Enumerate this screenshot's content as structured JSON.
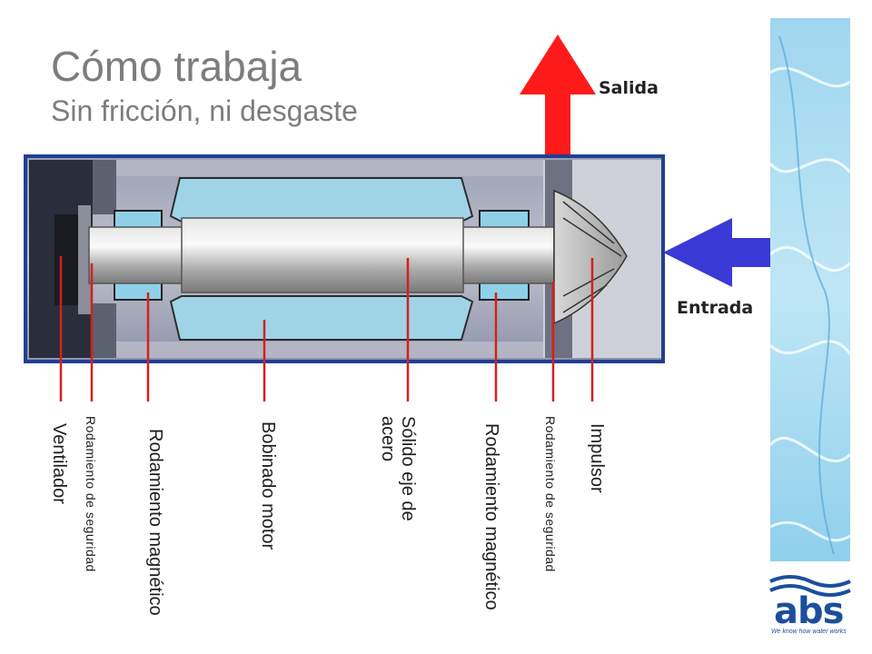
{
  "title": "Cómo trabaja",
  "subtitle": "Sin fricción, ni desgaste",
  "flow": {
    "outlet": "Salida",
    "inlet": "Entrada"
  },
  "labels": {
    "ventilador": "Ventilador",
    "rodamiento_seguridad_1": "Rodamiento de seguridad",
    "rodamiento_magnetico_1": "Rodamiento magnético",
    "bobinado_motor": "Bobinado motor",
    "eje_line1": "Sólido eje de",
    "eje_line2": "acero",
    "rodamiento_magnetico_2": "Rodamiento magnético",
    "rodamiento_seguridad_2": "Rodamiento de seguridad",
    "impulsor": "Impulsor"
  },
  "logo": {
    "text": "abs",
    "tagline": "We know how water works"
  },
  "colors": {
    "title": "#7d7d7d",
    "outlet_arrow": "#ff1a1a",
    "inlet_arrow": "#3a3ad6",
    "leader_lines": "#d42020",
    "brand_blue": "#1b4f9c",
    "frame_blue": "#1f3f93"
  }
}
